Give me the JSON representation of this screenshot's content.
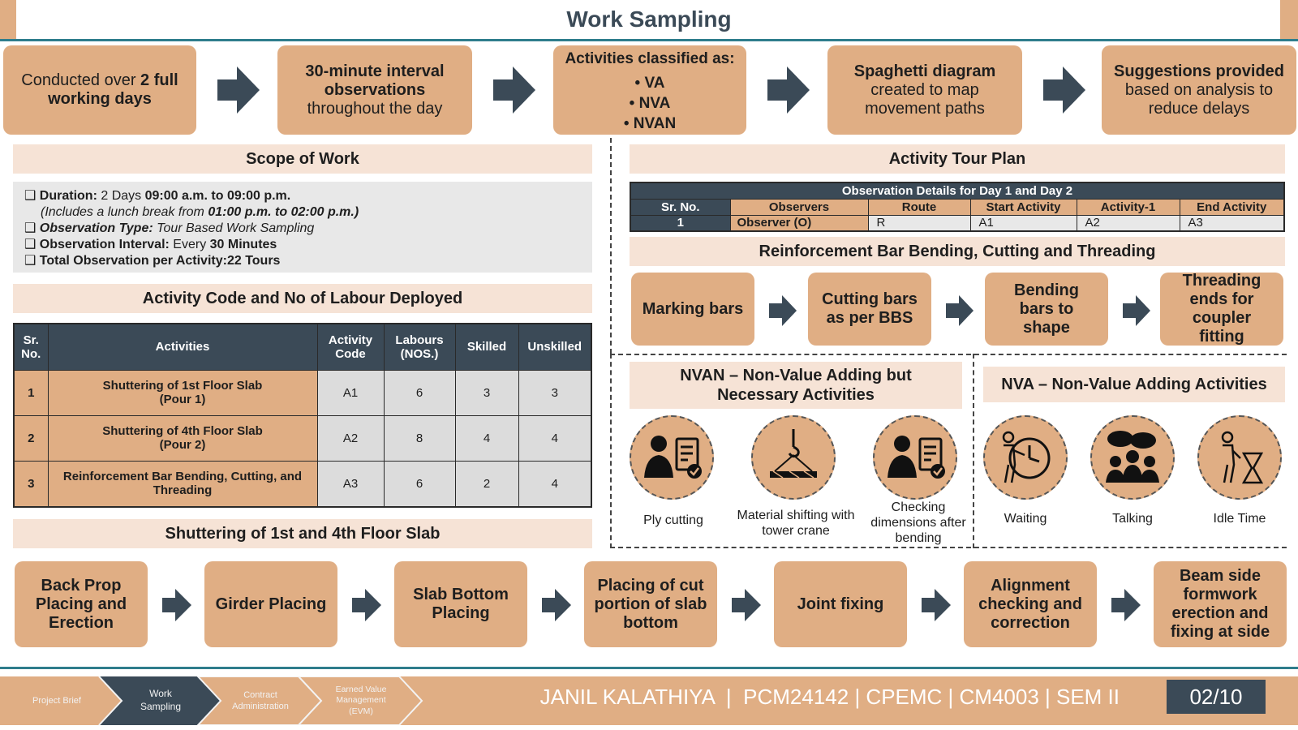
{
  "title": "Work Sampling",
  "top_flow": {
    "step1": {
      "pre": "Conducted over ",
      "bold": "2 full working days"
    },
    "step2": {
      "bold": "30-minute interval observations",
      "rest": "throughout the day"
    },
    "step3": {
      "heading": "Activities classified as:",
      "items": [
        "VA",
        "NVA",
        "NVAN"
      ]
    },
    "step4": {
      "bold": "Spaghetti diagram",
      "rest": "created to map movement paths"
    },
    "step5": {
      "bold": "Suggestions provided",
      "rest": "based on analysis to reduce delays"
    }
  },
  "scope": {
    "heading": "Scope of Work",
    "duration_label": "Duration:",
    "duration_days": " 2 Days ",
    "duration_time": "09:00 a.m. to 09:00 p.m.",
    "lunch_pre": "(Includes a lunch break from ",
    "lunch_time": "01:00 p.m. to 02:00 p.m.)",
    "type_label": "Observation Type:",
    "type_value": " Tour Based Work Sampling",
    "interval_label": "Observation Interval:",
    "interval_pre": " Every ",
    "interval_value": "30 Minutes",
    "total_label": "Total Observation per Activity:",
    "total_value": "22 Tours"
  },
  "labour": {
    "heading": "Activity Code and No of Labour Deployed",
    "headers": [
      "Sr. No.",
      "Activities",
      "Activity Code",
      "Labours (NOS.)",
      "Skilled",
      "Unskilled"
    ],
    "rows": [
      {
        "sr": "1",
        "activity": "Shuttering of 1st Floor Slab (Pour 1)",
        "code": "A1",
        "labours": "6",
        "skilled": "3",
        "unskilled": "3"
      },
      {
        "sr": "2",
        "activity": "Shuttering of 4th Floor Slab (Pour 2)",
        "code": "A2",
        "labours": "8",
        "skilled": "4",
        "unskilled": "4"
      },
      {
        "sr": "3",
        "activity": "Reinforcement Bar Bending, Cutting, and Threading",
        "code": "A3",
        "labours": "6",
        "skilled": "2",
        "unskilled": "4"
      }
    ]
  },
  "shuttering": {
    "heading": "Shuttering of 1st and 4th Floor Slab",
    "steps": [
      "Back Prop Placing and Erection",
      "Girder Placing",
      "Slab Bottom Placing",
      "Placing of cut portion of slab bottom",
      "Joint fixing",
      "Alignment checking and correction",
      "Beam side formwork erection and fixing at side"
    ]
  },
  "tour": {
    "heading": "Activity Tour Plan",
    "table_title": "Observation Details for Day 1 and Day 2",
    "headers": [
      "Sr. No.",
      "Observers",
      "Route",
      "Start Activity",
      "Activity-1",
      "End Activity"
    ],
    "row": [
      "1",
      "Observer (O)",
      "R",
      "A1",
      "A2",
      "A3"
    ]
  },
  "rebar": {
    "heading": "Reinforcement Bar Bending, Cutting and Threading",
    "steps": [
      "Marking bars",
      "Cutting bars as per BBS",
      "Bending bars to shape",
      "Threading ends for coupler fitting"
    ]
  },
  "nvan": {
    "heading": "NVAN – Non-Value Adding but Necessary Activities",
    "items": [
      {
        "label": "Ply cutting",
        "icon": "worker-checklist-icon"
      },
      {
        "label": "Material shifting with tower crane",
        "icon": "crane-hook-icon"
      },
      {
        "label": "Checking dimensions after bending",
        "icon": "worker-checklist-icon"
      }
    ]
  },
  "nva": {
    "heading": "NVA – Non-Value Adding Activities",
    "items": [
      {
        "label": "Waiting",
        "icon": "clock-waiting-icon"
      },
      {
        "label": "Talking",
        "icon": "people-talking-icon"
      },
      {
        "label": "Idle Time",
        "icon": "hourglass-idle-icon"
      }
    ]
  },
  "footer": {
    "nav": [
      "Project Brief",
      "Work Sampling",
      "Contract Administration",
      "Earned Value Management (EVM)"
    ],
    "author": "JANIL KALATHIYA  |  PCM24142 | CPEMC | CM4003 | SEM II",
    "page": "02/10"
  },
  "colors": {
    "accent": "#E0AE84",
    "light": "#F6E3D6",
    "dark": "#3B4A57",
    "teal": "#2E7D8C"
  }
}
